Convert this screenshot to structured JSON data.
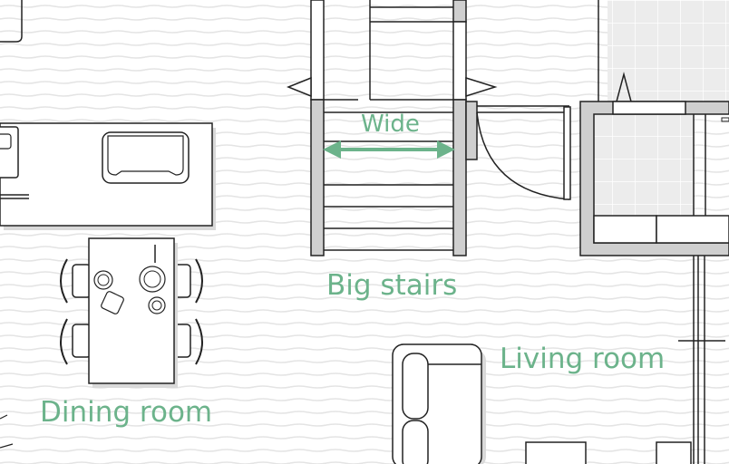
{
  "labels": {
    "wide": "Wide",
    "big_stairs": "Big stairs",
    "living_room": "Living room",
    "dining_room": "Dining room"
  },
  "colors": {
    "label": "#6cb38b",
    "wall_fill": "#cfcfcf",
    "line": "#222222",
    "floor_line": "#e4e4e4",
    "tile": "#ececec",
    "tile_grid": "#ffffff",
    "shadow": "#d9d9d9"
  },
  "icons": [
    "double-arrow-icon",
    "sink-icon",
    "stove-icon",
    "sofa-icon",
    "chair-icon",
    "plate-icon"
  ]
}
